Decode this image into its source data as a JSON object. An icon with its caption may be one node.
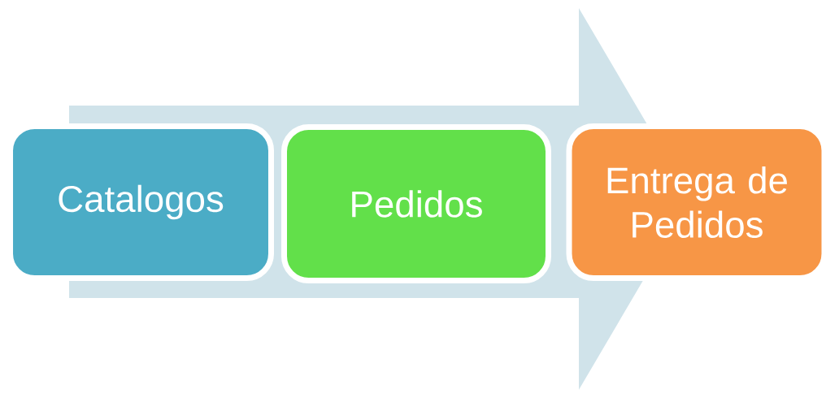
{
  "diagram": {
    "nodes": [
      {
        "text": [
          "Catalogos"
        ]
      },
      {
        "text": [
          "Pedidos"
        ]
      },
      {
        "text": [
          "Entrega de Pedidos"
        ]
      }
    ]
  }
}
